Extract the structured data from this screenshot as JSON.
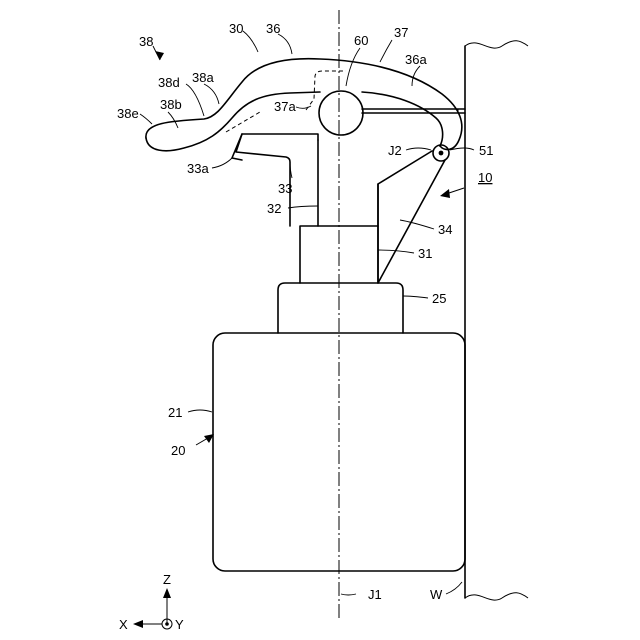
{
  "labels": {
    "l38": "38",
    "l30": "30",
    "l36": "36",
    "l60": "60",
    "l37": "37",
    "l38d": "38d",
    "l38a": "38a",
    "l36a": "36a",
    "l38e": "38e",
    "l38b": "38b",
    "l37a": "37a",
    "lJ2": "J2",
    "l51": "51",
    "l33a": "33a",
    "l10": "10",
    "l33": "33",
    "l32": "32",
    "l34": "34",
    "l31": "31",
    "l25": "25",
    "l21": "21",
    "l20": "20",
    "lJ1": "J1",
    "lW": "W"
  },
  "axes": {
    "z": "Z",
    "x": "X",
    "y": "Y"
  }
}
